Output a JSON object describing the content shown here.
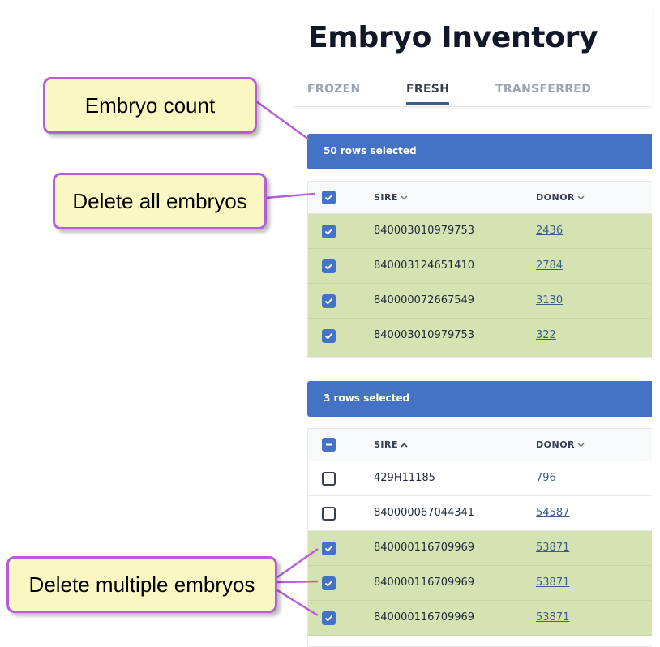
{
  "page": {
    "title": "Embryo Inventory"
  },
  "tabs": [
    {
      "label": "FROZEN",
      "active": false
    },
    {
      "label": "FRESH",
      "active": true
    },
    {
      "label": "TRANSFERRED",
      "active": false
    }
  ],
  "colors": {
    "accent": "#4472c4",
    "selected_row": "#d5e3b3",
    "callout_fill": "#fbf7c2",
    "callout_border": "#b65ed6",
    "tab_underline": "#3a5d8a"
  },
  "table1": {
    "selection_text": "50 rows selected",
    "header_checkbox": "checked",
    "columns": [
      {
        "label": "SIRE",
        "sort_icon": "chevron-down-icon"
      },
      {
        "label": "DONOR",
        "sort_icon": "chevron-down-icon"
      }
    ],
    "rows": [
      {
        "checked": true,
        "sire": "840003010979753",
        "donor": "2436"
      },
      {
        "checked": true,
        "sire": "840003124651410",
        "donor": "2784"
      },
      {
        "checked": true,
        "sire": "840000072667549",
        "donor": "3130"
      },
      {
        "checked": true,
        "sire": "840003010979753",
        "donor": "322"
      }
    ]
  },
  "table2": {
    "selection_text": "3 rows selected",
    "header_checkbox": "indeterminate",
    "columns": [
      {
        "label": "SIRE",
        "sort_icon": "chevron-up-icon"
      },
      {
        "label": "DONOR",
        "sort_icon": "chevron-down-icon"
      }
    ],
    "rows": [
      {
        "checked": false,
        "sire": "429H11185",
        "donor": "796"
      },
      {
        "checked": false,
        "sire": "840000067044341",
        "donor": "54587"
      },
      {
        "checked": true,
        "sire": "840000116709969",
        "donor": "53871"
      },
      {
        "checked": true,
        "sire": "840000116709969",
        "donor": "53871"
      },
      {
        "checked": true,
        "sire": "840000116709969",
        "donor": "53871"
      }
    ]
  },
  "callouts": {
    "count": "Embryo count",
    "delete_all": "Delete all embryos",
    "delete_multiple": "Delete multiple embryos"
  }
}
